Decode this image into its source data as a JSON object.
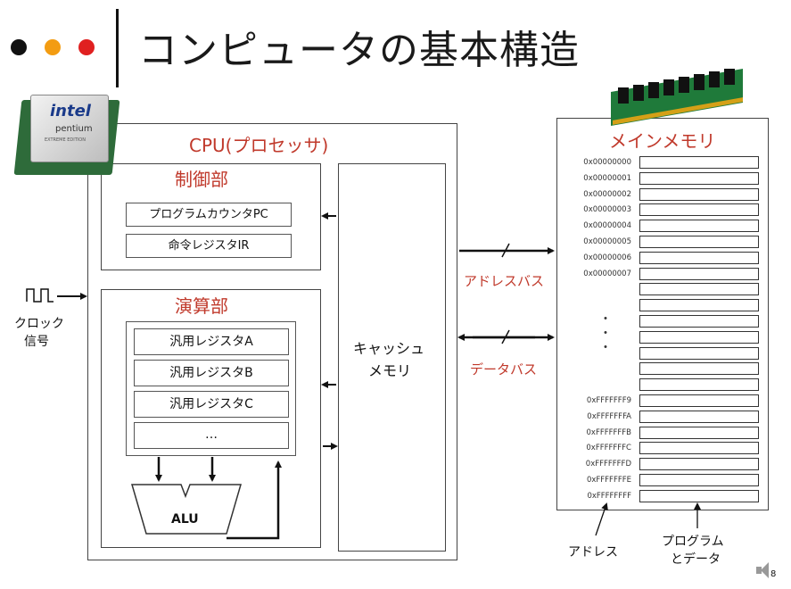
{
  "title": "コンピュータの基本構造",
  "colors": {
    "dot1": "#111111",
    "dot2": "#f39c12",
    "dot3": "#e02020",
    "accent": "#c0392b"
  },
  "cpu": {
    "title": "CPU(プロセッサ)",
    "control": {
      "title": "制御部",
      "registers": [
        "プログラムカウンタPC",
        "命令レジスタIR"
      ]
    },
    "alu_section": {
      "title": "演算部",
      "registers": [
        "汎用レジスタA",
        "汎用レジスタB",
        "汎用レジスタC",
        "…"
      ],
      "alu_label": "ALU"
    },
    "cache": [
      "キャッシュ",
      "メモリ"
    ]
  },
  "clock": {
    "line1": "クロック",
    "line2": "信号"
  },
  "buses": {
    "address": "アドレスバス",
    "data": "データバス"
  },
  "memory": {
    "title": "メインメモリ",
    "top_addresses": [
      "0x00000000",
      "0x00000001",
      "0x00000002",
      "0x00000003",
      "0x00000004",
      "0x00000005",
      "0x00000006",
      "0x00000007"
    ],
    "bottom_addresses": [
      "0xFFFFFFF9",
      "0xFFFFFFFA",
      "0xFFFFFFFB",
      "0xFFFFFFFC",
      "0xFFFFFFFD",
      "0xFFFFFFFE",
      "0xFFFFFFFF"
    ],
    "ellipsis": "・\n・\n・",
    "address_label": "アドレス",
    "content_label1": "プログラム",
    "content_label2": "とデータ"
  },
  "chip": {
    "brand": "intel",
    "model": "pentium",
    "edition": "EXTREME EDITION"
  },
  "page_number": "8"
}
